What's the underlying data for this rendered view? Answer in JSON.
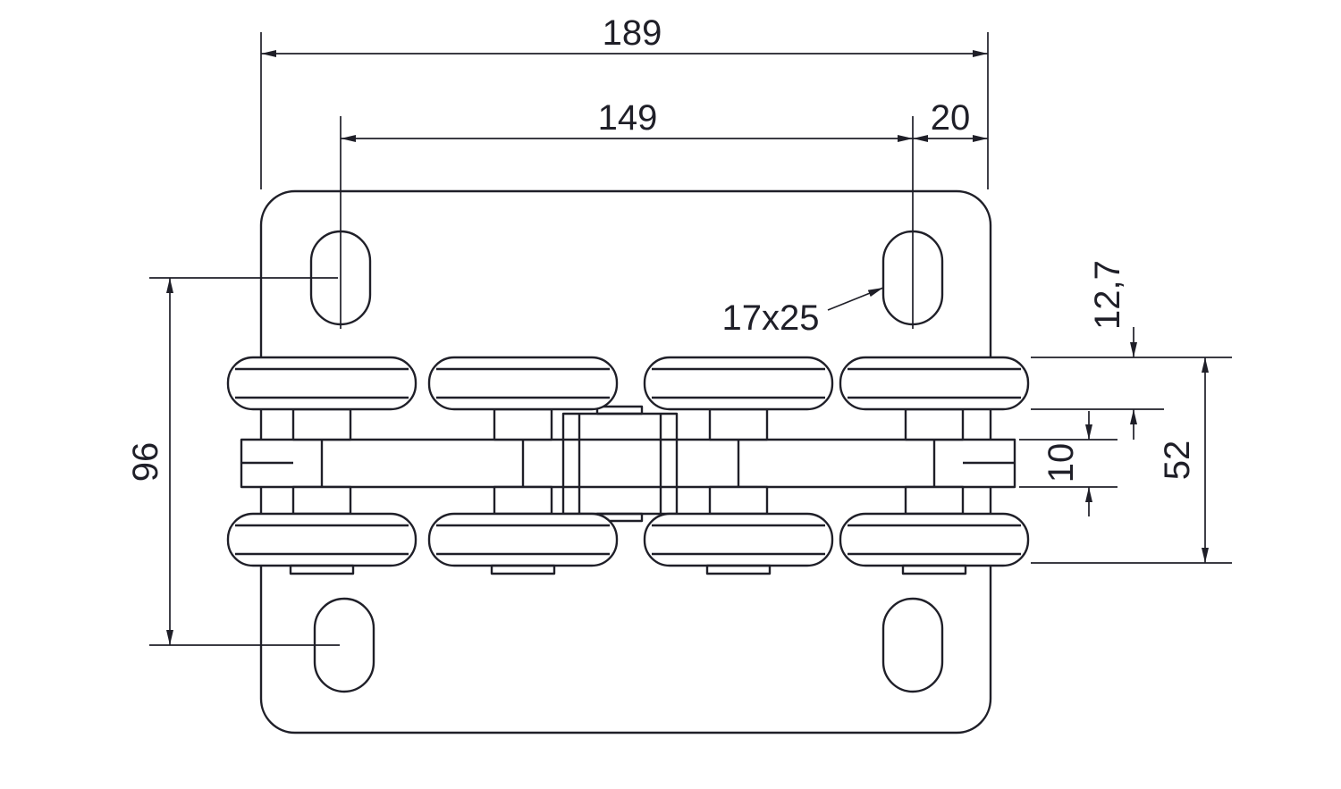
{
  "drawing": {
    "type": "technical-dimension-drawing",
    "subject": "roller-trolley-mounting-plate-top-view",
    "colors": {
      "line": "#1f1f28",
      "background": "#ffffff"
    },
    "dimensions": {
      "total_width": "189",
      "hole_span": "149",
      "edge_offset": "20",
      "slot_size": "17x25",
      "roller_thickness": "12,7",
      "vertical_hole_span": "96",
      "assembly_height": "52",
      "link_plate_height": "10"
    }
  }
}
